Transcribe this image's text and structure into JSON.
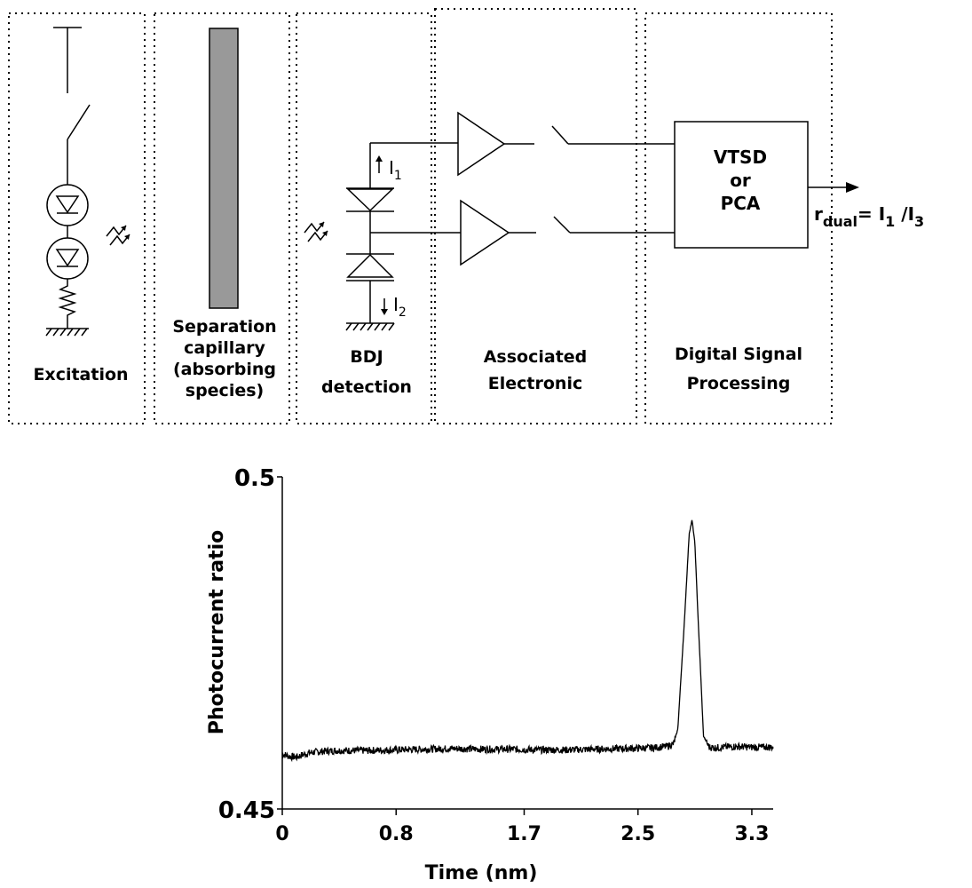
{
  "diagram": {
    "sections": {
      "excitation": "Excitation",
      "capillary": [
        "Separation",
        "capillary",
        "(absorbing",
        "species)"
      ],
      "bdj": [
        "BDJ",
        "detection"
      ],
      "electronic": [
        "Associated",
        "Electronic"
      ],
      "dsp": [
        "Digital Signal",
        "Processing"
      ]
    },
    "dsp_box": [
      "VTSD",
      "or",
      "PCA"
    ],
    "currents": {
      "i1": "I",
      "i1_sub": "1",
      "i2": "I",
      "i2_sub": "2"
    },
    "output": {
      "r": "r",
      "r_sub": "dual",
      "eq": "= I",
      "num_sub": "1",
      "slash": " /I",
      "den_sub": "3"
    }
  },
  "chart_data": {
    "type": "line",
    "xlabel": "Time (nm)",
    "ylabel": "Photocurrent ratio",
    "xlim": [
      0,
      3.45
    ],
    "ylim": [
      0.45,
      0.5
    ],
    "x_ticks": [
      "0",
      "0.8",
      "1.7",
      "2.5",
      "3.3"
    ],
    "y_ticks": [
      "0.5",
      "0.45"
    ],
    "series": [
      {
        "x": [
          0,
          0.05,
          0.1,
          0.15,
          0.2,
          0.3,
          0.4,
          0.6,
          0.8,
          1.0,
          1.2,
          1.4,
          1.6,
          1.8,
          2.0,
          2.2,
          2.4,
          2.6,
          2.7,
          2.75,
          2.78,
          2.82,
          2.86,
          2.88,
          2.9,
          2.92,
          2.96,
          3.0,
          3.05,
          3.1,
          3.2,
          3.3,
          3.45
        ],
        "y": [
          0.4583,
          0.4579,
          0.4578,
          0.4582,
          0.4585,
          0.4587,
          0.4588,
          0.4588,
          0.4589,
          0.459,
          0.4591,
          0.459,
          0.459,
          0.4589,
          0.4589,
          0.459,
          0.4591,
          0.4592,
          0.4594,
          0.4598,
          0.462,
          0.476,
          0.4915,
          0.4935,
          0.49,
          0.48,
          0.461,
          0.4593,
          0.4592,
          0.4593,
          0.4594,
          0.4593,
          0.4593
        ]
      }
    ]
  }
}
